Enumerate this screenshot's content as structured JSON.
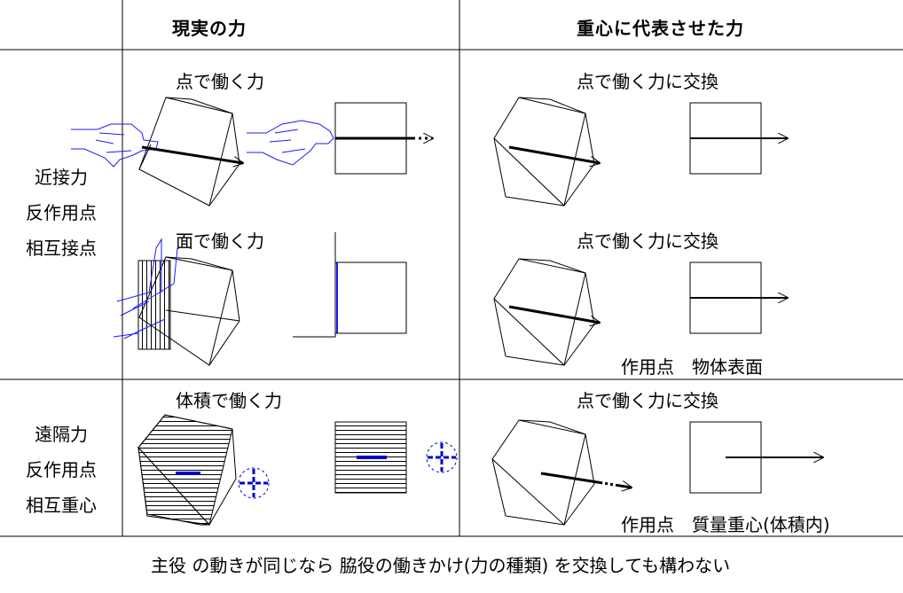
{
  "header": {
    "left_title": "現実の力",
    "right_title": "重心に代表させた力"
  },
  "rows": [
    {
      "side_lines": [
        "近接力",
        "反作用点",
        "相互接点"
      ],
      "cells": [
        {
          "left_label": "点で働く力",
          "right_label": "点で働く力に交換",
          "note": ""
        },
        {
          "left_label": "面で働く力",
          "right_label": "点で働く力に交換",
          "note": "作用点　物体表面"
        }
      ]
    },
    {
      "side_lines": [
        "遠隔力",
        "反作用点",
        "相互重心"
      ],
      "cells": [
        {
          "left_label": "体積で働く力",
          "right_label": "点で働く力に交換",
          "note": "作用点　質量重心(体積内)"
        }
      ]
    }
  ],
  "footer": {
    "caption": "主役 の動きが同じなら 脇役の働きかけ(力の種類) を交換しても構わない"
  },
  "colors": {
    "line": "#000000",
    "hand": "#1a1aff",
    "center_mark": "#0000cc"
  }
}
